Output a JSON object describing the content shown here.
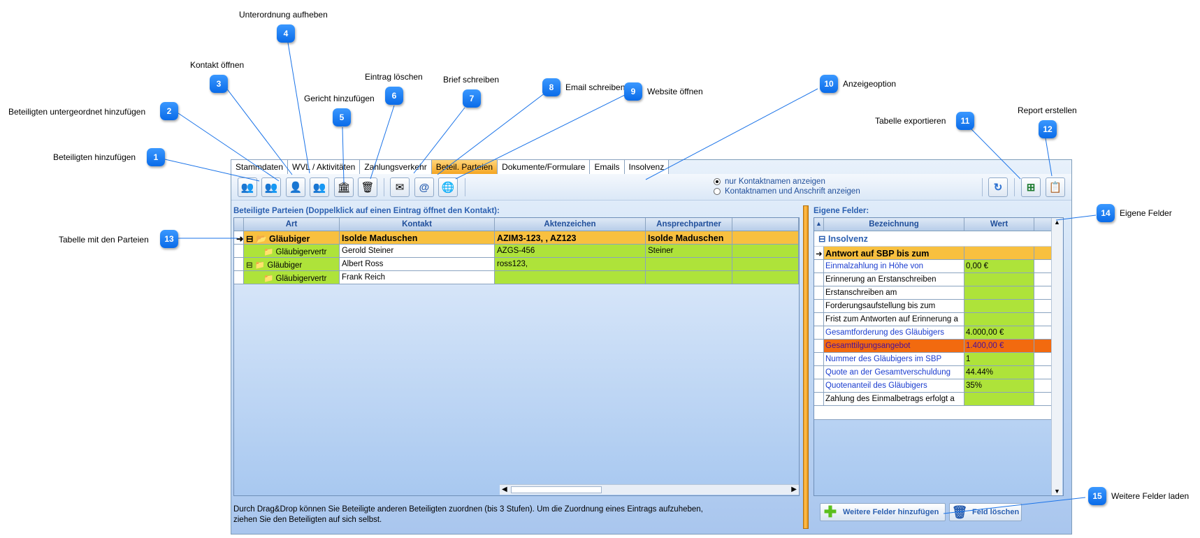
{
  "callouts": [
    {
      "n": "1",
      "label": "Beteiligten hinzufügen"
    },
    {
      "n": "2",
      "label": "Beteiligten untergeordnet hinzufügen"
    },
    {
      "n": "3",
      "label": "Kontakt öffnen"
    },
    {
      "n": "4",
      "label": "Unterordnung aufheben"
    },
    {
      "n": "5",
      "label": "Gericht hinzufügen"
    },
    {
      "n": "6",
      "label": "Eintrag löschen"
    },
    {
      "n": "7",
      "label": "Brief schreiben"
    },
    {
      "n": "8",
      "label": "Email schreiben"
    },
    {
      "n": "9",
      "label": "Website öffnen"
    },
    {
      "n": "10",
      "label": "Anzeigeoption"
    },
    {
      "n": "11",
      "label": "Tabelle exportieren"
    },
    {
      "n": "12",
      "label": "Report erstellen"
    },
    {
      "n": "13",
      "label": "Tabelle mit den Parteien"
    },
    {
      "n": "14",
      "label": "Eigene Felder"
    },
    {
      "n": "15",
      "label": "Weitere Felder laden"
    }
  ],
  "tabs": [
    "Stammdaten",
    "WVL / Aktivitäten",
    "Zahlungsverkehr",
    "Beteil. Parteien",
    "Dokumente/Formulare",
    "Emails",
    "Insolvenz"
  ],
  "active_tab": "Beteil. Parteien",
  "radio": {
    "option1": "nur Kontaktnamen anzeigen",
    "option2": "Kontaktnamen und Anschrift anzeigen",
    "selected": "nur Kontaktnamen anzeigen"
  },
  "left": {
    "title": "Beteiligte Parteien (Doppelklick auf einen Eintrag öffnet den Kontakt):",
    "columns": [
      "Art",
      "Kontakt",
      "Aktenzeichen",
      "Ansprechpartner"
    ],
    "rows": [
      {
        "art": "Gläubiger",
        "kontakt": "Isolde Maduschen",
        "akten": "AZIM3-123, , AZ123",
        "ansp": "Isolde Maduschen"
      },
      {
        "art": "Gläubigervertr",
        "kontakt": "Gerold Steiner",
        "akten": "AZGS-456",
        "ansp": "Steiner"
      },
      {
        "art": "Gläubiger",
        "kontakt": "Albert Ross",
        "akten": "ross123,",
        "ansp": ""
      },
      {
        "art": "Gläubigervertr",
        "kontakt": "Frank Reich",
        "akten": "",
        "ansp": ""
      }
    ],
    "footer": "Durch Drag&Drop können Sie Beteiligte anderen Beteiligten zuordnen (bis 3 Stufen). Um die Zuordnung eines Eintrags aufzuheben, ziehen Sie den Beteiligten auf sich selbst."
  },
  "right": {
    "title": "Eigene Felder:",
    "columns": [
      "Bezeichnung",
      "Wert"
    ],
    "group": "Insolvenz",
    "rows": [
      {
        "bez": "Antwort auf SBP bis zum",
        "wert": ""
      },
      {
        "bez": "Einmalzahlung in Höhe von",
        "wert": "0,00 €"
      },
      {
        "bez": "Erinnerung an Erstanschreiben",
        "wert": ""
      },
      {
        "bez": "Erstanschreiben am",
        "wert": ""
      },
      {
        "bez": "Forderungsaufstellung bis zum",
        "wert": ""
      },
      {
        "bez": "Frist zum Antworten auf Erinnerung a",
        "wert": ""
      },
      {
        "bez": "Gesamtforderung des Gläubigers",
        "wert": "4.000,00 €"
      },
      {
        "bez": "Gesamttilgungsangebot",
        "wert": "1.400,00 €"
      },
      {
        "bez": "Nummer des Gläubigers im SBP",
        "wert": "1"
      },
      {
        "bez": "Quote an der Gesamtverschuldung",
        "wert": "44.44%"
      },
      {
        "bez": "Quotenanteil des Gläubigers",
        "wert": "35%"
      },
      {
        "bez": "Zahlung des Einmalbetrags erfolgt a",
        "wert": ""
      }
    ],
    "btn_add": "Weitere Felder hinzufügen",
    "btn_delete": "Feld löschen"
  },
  "colors": {
    "accent": "#0a6be8",
    "tab_active": "#f5a623",
    "row_gold": "#f8c03f",
    "row_green": "#aee33a",
    "value_orange": "#f26a0f"
  }
}
